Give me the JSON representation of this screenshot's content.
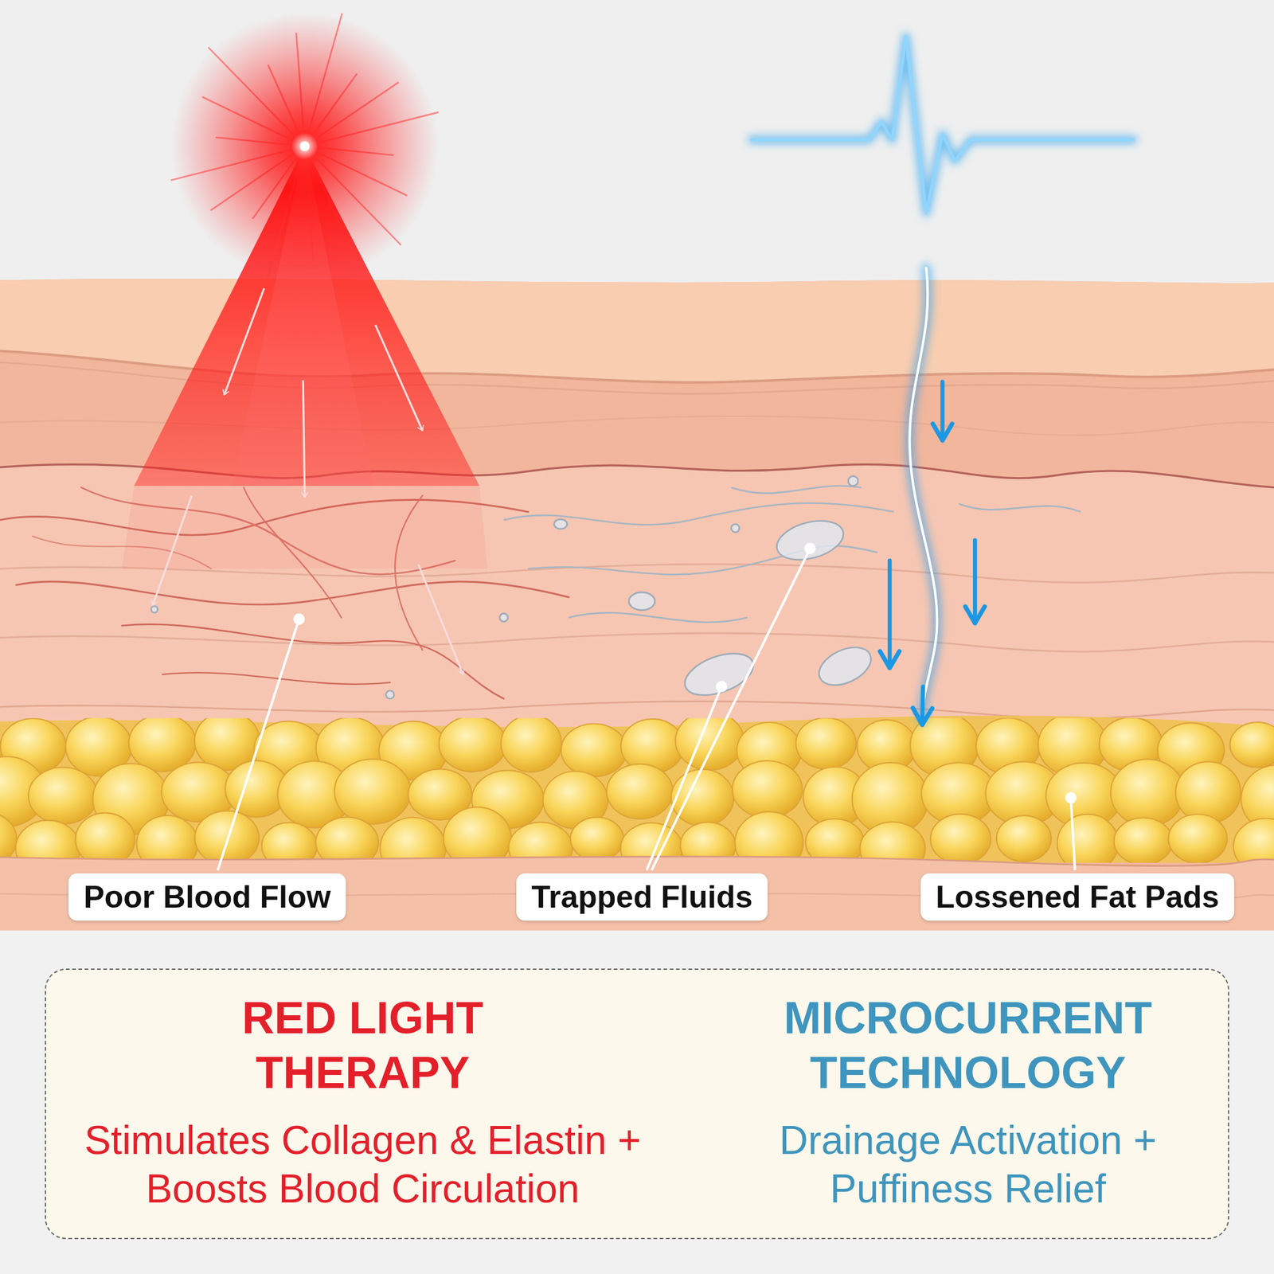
{
  "diagram": {
    "nodes": [
      {
        "text": [
          "Poor Blood Flow"
        ]
      },
      {
        "text": [
          "Trapped Fluids"
        ]
      },
      {
        "text": [
          "Lossened Fat Pads"
        ]
      },
      {
        "text": [
          "RED LIGHT THERAPY",
          "Stimulates Collagen & Elastin + Boosts Blood Circulation",
          "MICROCURRENT TECHNOLOGY",
          "Drainage Activation + Puffiness Relief"
        ]
      }
    ]
  }
}
